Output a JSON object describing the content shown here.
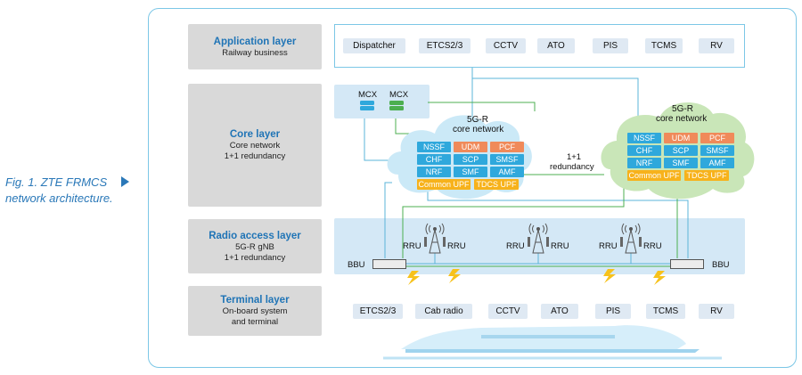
{
  "caption": {
    "line1": "Fig. 1. ZTE FRMCS",
    "line2": "network architecture."
  },
  "layers": {
    "application": {
      "title": "Application layer",
      "sub1": "Railway business"
    },
    "core": {
      "title": "Core layer",
      "sub1": "Core network",
      "sub2": "1+1 redundancy"
    },
    "radio": {
      "title": "Radio access layer",
      "sub1": "5G-R gNB",
      "sub2": "1+1 redundancy"
    },
    "terminal": {
      "title": "Terminal layer",
      "sub1": "On-board system",
      "sub2": "and terminal"
    }
  },
  "application_items": [
    "Dispatcher",
    "ETCS2/3",
    "CCTV",
    "ATO",
    "PIS",
    "TCMS",
    "RV"
  ],
  "mcx": [
    "MCX",
    "MCX"
  ],
  "core_left": {
    "title1": "5G-R",
    "title2": "core network",
    "nfs": [
      "NSSF",
      "UDM",
      "PCF",
      "CHF",
      "SCP",
      "SMSF",
      "NRF",
      "SMF",
      "AMF"
    ],
    "upf": [
      "Common UPF",
      "TDCS UPF"
    ]
  },
  "core_right": {
    "title1": "5G-R",
    "title2": "core network",
    "nfs": [
      "NSSF",
      "UDM",
      "PCF",
      "CHF",
      "SCP",
      "SMSF",
      "NRF",
      "SMF",
      "AMF"
    ],
    "upf": [
      "Common UPF",
      "TDCS UPF"
    ]
  },
  "redundancy": {
    "line1": "1+1",
    "line2": "redundancy"
  },
  "radio": {
    "bbu_left": "BBU",
    "bbu_right": "BBU",
    "rru": "RRU"
  },
  "terminal_items": [
    "ETCS2/3",
    "Cab radio",
    "CCTV",
    "ATO",
    "PIS",
    "TCMS",
    "RV"
  ],
  "colors": {
    "accent": "#1f74b6",
    "nf_blue": "#2fa8dc",
    "nf_orange": "#f08a5a",
    "upf_yellow": "#f7b21b",
    "cloud_left": "#cbe9f7",
    "cloud_right": "#c9e6b8",
    "line_blue": "#5bb4d8",
    "line_green": "#4caf50"
  }
}
